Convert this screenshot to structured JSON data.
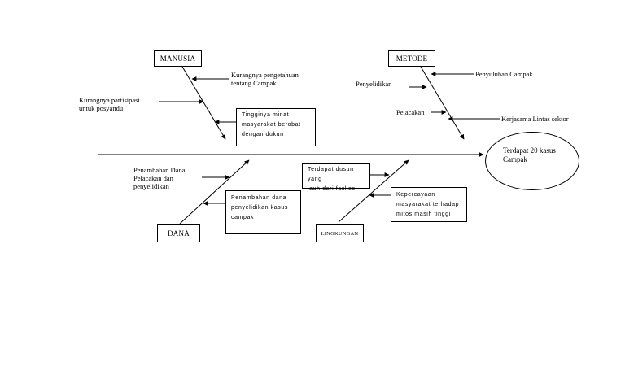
{
  "diagram": {
    "type": "fishbone",
    "effect": {
      "line1": "Terdapat 20 kasus",
      "line2": "Campak"
    },
    "categories": {
      "manusia": "MANUSIA",
      "metode": "METODE",
      "dana": "DANA",
      "lingkungan": "LINGKUNGAN"
    },
    "causes": {
      "manusia_1": {
        "line1": "Kurangnya pengetahuan",
        "line2": "tentang Campak"
      },
      "manusia_2": {
        "line1": "Kurangnya partisipasi",
        "line2": "untuk posyandu"
      },
      "manusia_3": {
        "line1": "Tingginya minat",
        "line2": "masyarakat berobat",
        "line3": "dengan dukun"
      },
      "metode_1": "Penyuluhan Campak",
      "metode_2": "Penyelidikan",
      "metode_3": "Pelacakan",
      "metode_4": "Kerjasama Lintas sektor",
      "dana_1": {
        "line1": "Penambahan Dana",
        "line2": "Pelacakan dan",
        "line3": "penyelidikan"
      },
      "dana_2": {
        "line1": "Penambahan dana",
        "line2": "penyelidikan kasus",
        "line3": "campak"
      },
      "lingkungan_1": {
        "line1": "Terdapat dusun yang",
        "line2": "jauh dari faskes"
      },
      "lingkungan_2": {
        "line1": "Kepercayaan",
        "line2": "masyarakat terhadap",
        "line3": "mitos masih tinggi"
      }
    }
  }
}
